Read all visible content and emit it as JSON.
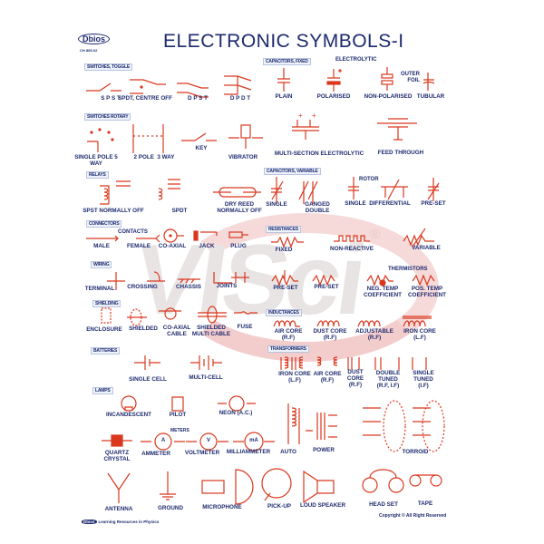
{
  "title": "ELECTRONIC SYMBOLS-I",
  "logo": "Dbios",
  "code": "CH 865-02",
  "watermark": "VISci",
  "colors": {
    "symbols": "#d9381e",
    "text": "#1c2a6e"
  },
  "headers": {
    "switches_toggle": "SWITCHES, TOGGLE",
    "capacitors_fixed": "CAPACITORS, FIXED",
    "switches_rotary": "SWITCHES ROTARY",
    "relays": "RELAYS",
    "capacitors_variable": "CAPACITORS, VARIABLE",
    "connectors": "CONNECTORS",
    "resistances": "RESISTANCES",
    "wiring": "WIRING",
    "shielding": "SHIELDING",
    "inductances": "INDUCTANCES",
    "batteries": "BATTERIES",
    "transformers": "TRANSFORMERS",
    "lamps": "LAMPS"
  },
  "subheads": {
    "electrolytic": "ELECTROLYTIC",
    "outer_foil": "OUTER\nFOIL",
    "rotor": "ROTOR",
    "contacts": "CONTACTS",
    "thermistors": "THERMISTORS",
    "meters": "METERS"
  },
  "labels": {
    "spst": "S P S T",
    "spdt_centre_off": "SPDT, CENTRE OFF",
    "dpst": "D P S T",
    "dpdt": "D P D T",
    "plain": "PLAIN",
    "polarised": "POLARISED",
    "non_polarised": "NON-POLARISED",
    "tubular": "TUBULAR",
    "single_pole_5_way": "SINGLE POLE 5\nWAY",
    "two_pole_3_way": "2 POLE  3 WAY",
    "key": "KEY",
    "vibrator": "VIBRATOR",
    "multi_section_electrolytic": "MULTI-SECTION ELECTROLYTIC",
    "feed_through": "FEED THROUGH",
    "spst_normally_off": "SPST NORMALLY OFF",
    "spdt": "SPDT",
    "dry_reed": "DRY REED\nNORMALLY OFF",
    "var_single": "SINGLE",
    "ganged_double": "GANGED\nDOUBLE",
    "rotor_single": "SINGLE",
    "differential": "DIFFERENTIAL",
    "var_preset": "PRE-SET",
    "male": "MALE",
    "female": "FEMALE",
    "co_axial": "CO-AXIAL",
    "jack": "JACK",
    "plug": "PLUG",
    "fixed": "FIXED",
    "non_reactive": "NON-REACTIVE",
    "variable": "VARIABLE",
    "terminal": "TERMINAL",
    "crossing": "CROSSING",
    "chassis": "CHASSIS",
    "joints": "JOINTS",
    "res_preset_1": "PRE-SET",
    "res_preset_2": "PRE-SET",
    "neg_temp": "NEG. TEMP\nCOEFFICIENT",
    "pos_temp": "POS. TEMP\nCOEFFICIENT",
    "enclosure": "ENCLOSURE",
    "shielded": "SHIELDED",
    "co_axial_cable": "CO-AXIAL\nCABLE",
    "shielded_multi_cable": "SHIELDED\nMULTI CABLE",
    "fuse": "FUSE",
    "air_core_rf": "AIR CORE\n(R.F)",
    "dust_core_rf": "DUST CORE\n(R.F)",
    "adjustable_rf": "ADJUSTABLE\n(R.F)",
    "iron_core_lf": "IRON CORE\n(L.F)",
    "single_cell": "SINGLE CELL",
    "multi_cell": "MULTI-CELL",
    "t_iron_core": "IRON CORE\n(L.F)",
    "t_air_core": "AIR CORE\n(R.F)",
    "t_dust_core": "DUST\nCORE\n(R.F)",
    "t_double_tuned": "DOUBLE\nTUNED\n(R.F, I.F)",
    "t_single_tuned": "SINGLE\nTUNED\n(I.F)",
    "incandescent": "INCANDESCENT",
    "pilot": "PILOT",
    "neon": "NEON (A.C.)",
    "quartz_crystal": "QUARTZ\nCRYSTAL",
    "ammeter": "AMMETER",
    "voltmeter": "VOLTMETER",
    "milliammeter": "MILLIAMMETER",
    "auto": "AUTO",
    "power": "POWER",
    "torroid": "TORROID",
    "antenna": "ANTENNA",
    "ground": "GROUND",
    "microphone": "MICROPHONE",
    "pick_up": "PICK-UP",
    "loud_speaker": "LOUD SPEAKER",
    "head_set": "HEAD SET",
    "tape": "TAPE"
  },
  "meter_letters": {
    "ammeter": "A",
    "voltmeter": "V",
    "milliammeter": "mA"
  },
  "footer": {
    "brand": "Dbios",
    "left": "Learning Resources in Physics",
    "right": "Copyright © All Right Reserved"
  }
}
